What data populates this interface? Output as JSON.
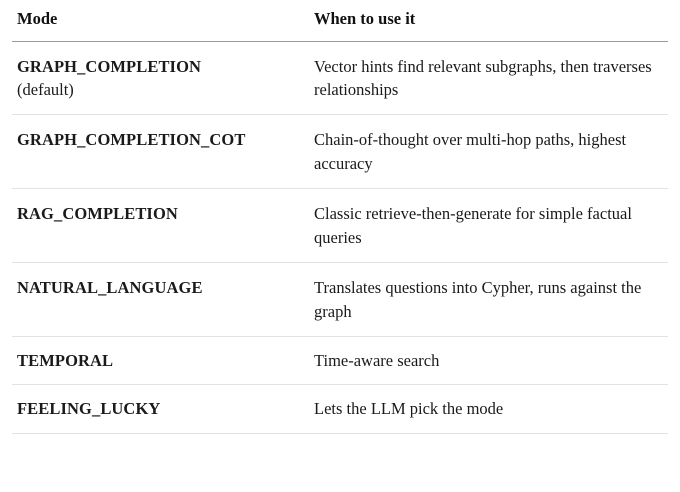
{
  "table": {
    "columns": [
      {
        "key": "mode",
        "label": "Mode"
      },
      {
        "key": "usage",
        "label": "When to use it"
      }
    ],
    "rows": [
      {
        "mode": "GRAPH_COMPLETION",
        "mode_note": "(default)",
        "usage": "Vector hints find relevant subgraphs, then traverses relationships"
      },
      {
        "mode": "GRAPH_COMPLETION_COT",
        "mode_note": "",
        "usage": "Chain-of-thought over multi-hop paths, highest accuracy"
      },
      {
        "mode": "RAG_COMPLETION",
        "mode_note": "",
        "usage": "Classic retrieve-then-generate for simple factual queries"
      },
      {
        "mode": "NATURAL_LANGUAGE",
        "mode_note": "",
        "usage": "Translates questions into Cypher, runs against the graph"
      },
      {
        "mode": "TEMPORAL",
        "mode_note": "",
        "usage": "Time-aware search"
      },
      {
        "mode": "FEELING_LUCKY",
        "mode_note": "",
        "usage": "Lets the LLM pick the mode"
      }
    ]
  },
  "colors": {
    "background": "#ffffff",
    "text": "#111111",
    "header_rule": "#9a9a9a",
    "row_rule": "#e2e2e2"
  }
}
